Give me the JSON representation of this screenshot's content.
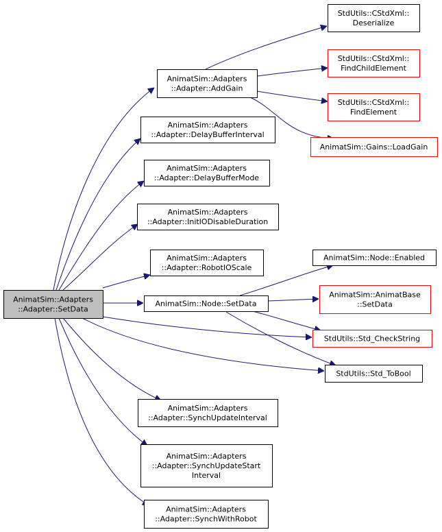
{
  "colors": {
    "root_fill": "#bfbfbf",
    "node_fill": "#ffffff",
    "border_normal": "#000000",
    "border_truncated": "#ff0000",
    "edge": "#191970"
  },
  "nodes": [
    {
      "id": "root",
      "lines": [
        "AnimatSim::Adapters",
        "::Adapter::SetData"
      ],
      "style": "root"
    },
    {
      "id": "addgain",
      "lines": [
        "AnimatSim::Adapters",
        "::Adapter::AddGain"
      ],
      "style": "normal"
    },
    {
      "id": "delaybufint",
      "lines": [
        "AnimatSim::Adapters",
        "::Adapter::DelayBufferInterval"
      ],
      "style": "normal"
    },
    {
      "id": "delaybufmode",
      "lines": [
        "AnimatSim::Adapters",
        "::Adapter::DelayBufferMode"
      ],
      "style": "normal"
    },
    {
      "id": "initio",
      "lines": [
        "AnimatSim::Adapters",
        "::Adapter::InitIODisableDuration"
      ],
      "style": "normal"
    },
    {
      "id": "robotio",
      "lines": [
        "AnimatSim::Adapters",
        "::Adapter::RobotIOScale"
      ],
      "style": "normal"
    },
    {
      "id": "nodesetdata",
      "lines": [
        "AnimatSim::Node::SetData"
      ],
      "style": "normal"
    },
    {
      "id": "synchint",
      "lines": [
        "AnimatSim::Adapters",
        "::Adapter::SynchUpdateInterval"
      ],
      "style": "normal"
    },
    {
      "id": "synchstart",
      "lines": [
        "AnimatSim::Adapters",
        "::Adapter::SynchUpdateStart",
        "Interval"
      ],
      "style": "normal"
    },
    {
      "id": "synchrobot",
      "lines": [
        "AnimatSim::Adapters",
        "::Adapter::SynchWithRobot"
      ],
      "style": "normal"
    },
    {
      "id": "deserialize",
      "lines": [
        "StdUtils::CStdXml::",
        "Deserialize"
      ],
      "style": "normal"
    },
    {
      "id": "findchild",
      "lines": [
        "StdUtils::CStdXml::",
        "FindChildElement"
      ],
      "style": "truncated"
    },
    {
      "id": "findelem",
      "lines": [
        "StdUtils::CStdXml::",
        "FindElement"
      ],
      "style": "truncated"
    },
    {
      "id": "loadgain",
      "lines": [
        "AnimatSim::Gains::LoadGain"
      ],
      "style": "truncated"
    },
    {
      "id": "enabled",
      "lines": [
        "AnimatSim::Node::Enabled"
      ],
      "style": "normal"
    },
    {
      "id": "basesetdata",
      "lines": [
        "AnimatSim::AnimatBase",
        "::SetData"
      ],
      "style": "truncated"
    },
    {
      "id": "checkstring",
      "lines": [
        "StdUtils::Std_CheckString"
      ],
      "style": "truncated"
    },
    {
      "id": "tobool",
      "lines": [
        "StdUtils::Std_ToBool"
      ],
      "style": "normal"
    }
  ],
  "edges": [
    {
      "from": "root",
      "to": "addgain"
    },
    {
      "from": "root",
      "to": "delaybufint"
    },
    {
      "from": "root",
      "to": "delaybufmode"
    },
    {
      "from": "root",
      "to": "initio"
    },
    {
      "from": "root",
      "to": "robotio"
    },
    {
      "from": "root",
      "to": "nodesetdata"
    },
    {
      "from": "root",
      "to": "checkstring"
    },
    {
      "from": "root",
      "to": "tobool"
    },
    {
      "from": "root",
      "to": "synchint"
    },
    {
      "from": "root",
      "to": "synchstart"
    },
    {
      "from": "root",
      "to": "synchrobot"
    },
    {
      "from": "addgain",
      "to": "deserialize"
    },
    {
      "from": "addgain",
      "to": "findchild"
    },
    {
      "from": "addgain",
      "to": "findelem"
    },
    {
      "from": "addgain",
      "to": "loadgain"
    },
    {
      "from": "nodesetdata",
      "to": "enabled"
    },
    {
      "from": "nodesetdata",
      "to": "basesetdata"
    },
    {
      "from": "nodesetdata",
      "to": "checkstring"
    },
    {
      "from": "nodesetdata",
      "to": "tobool"
    }
  ]
}
